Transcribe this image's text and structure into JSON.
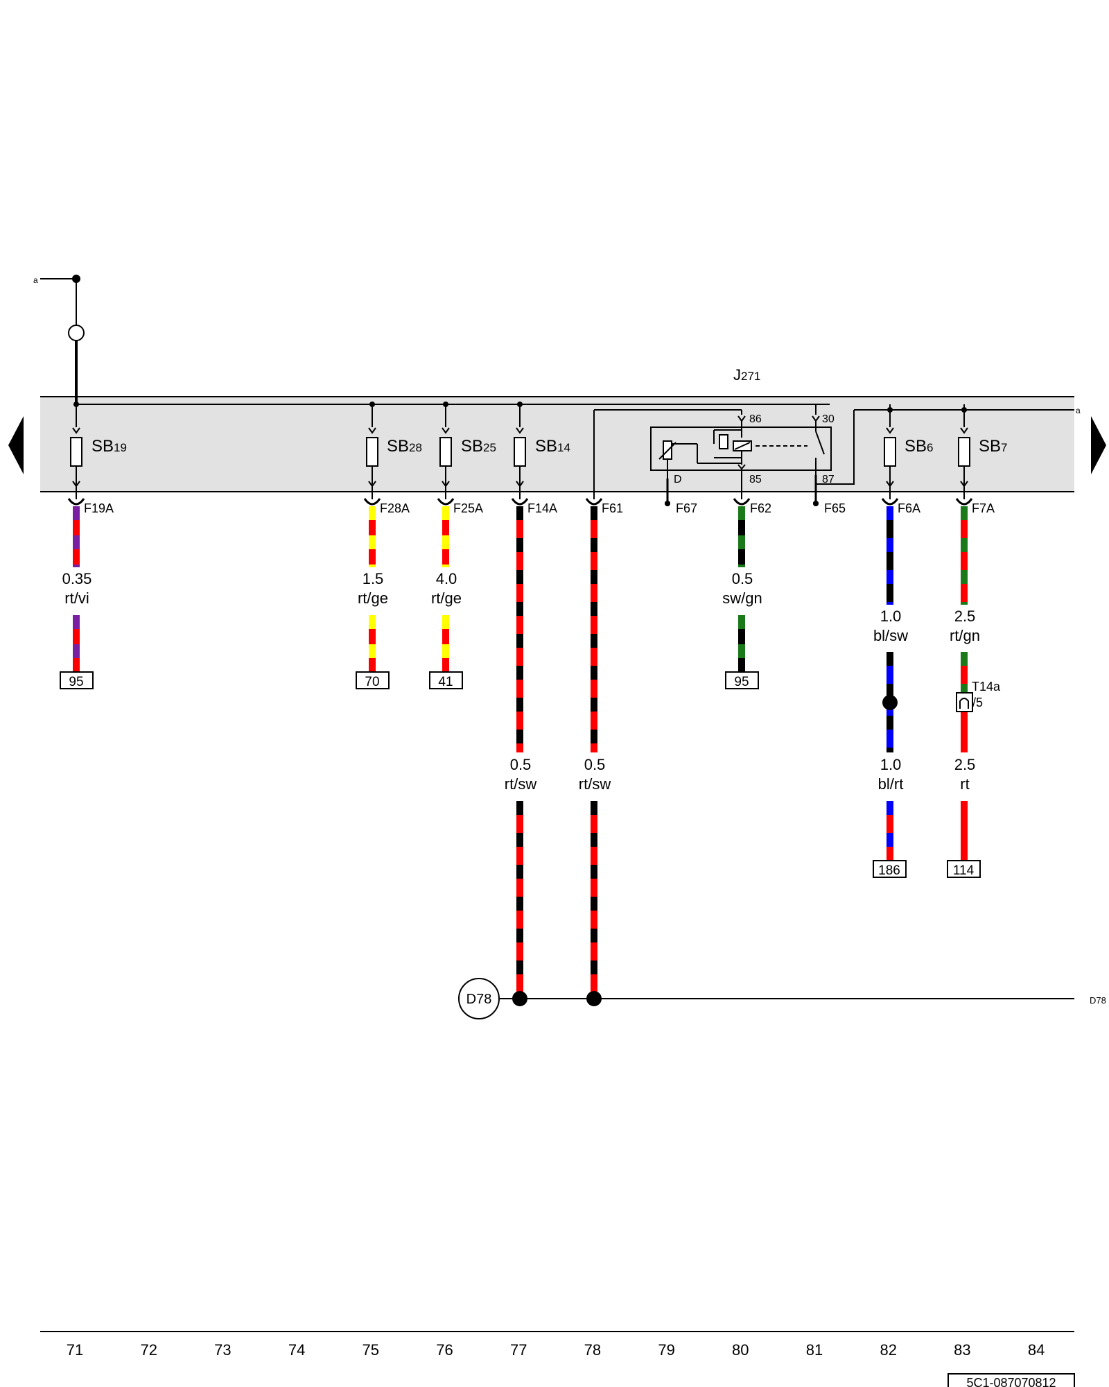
{
  "marker_a": "a",
  "component": {
    "prefix": "J",
    "number": "271"
  },
  "fuses": [
    {
      "id": "sb19",
      "prefix": "SB",
      "number": "19",
      "pin": "F19A"
    },
    {
      "id": "sb28",
      "prefix": "SB",
      "number": "28",
      "pin": "F28A"
    },
    {
      "id": "sb25",
      "prefix": "SB",
      "number": "25",
      "pin": "F25A"
    },
    {
      "id": "sb14",
      "prefix": "SB",
      "number": "14",
      "pin": "F14A"
    },
    {
      "id": "sb6",
      "prefix": "SB",
      "number": "6",
      "pin": "F6A"
    },
    {
      "id": "sb7",
      "prefix": "SB",
      "number": "7",
      "pin": "F7A"
    }
  ],
  "relay": {
    "pin86": "86",
    "pin85": "85",
    "pin30": "30",
    "pin87": "87",
    "pinD": "D"
  },
  "relay_pins": [
    "F61",
    "F67",
    "F62",
    "F65"
  ],
  "wires": [
    {
      "gauge": "0.35",
      "color": "rt/vi",
      "target": "95"
    },
    {
      "gauge": "1.5",
      "color": "rt/ge",
      "target": "70"
    },
    {
      "gauge": "4.0",
      "color": "rt/ge",
      "target": "41"
    },
    {
      "gauge": "0.5",
      "color": "rt/sw"
    },
    {
      "gauge": "0.5",
      "color": "rt/sw"
    },
    {
      "gauge": "0.5",
      "color": "sw/gn",
      "target": "95"
    },
    {
      "gauge": "1.0",
      "color": "bl/sw"
    },
    {
      "gauge": "1.0",
      "color": "bl/rt",
      "target": "186"
    },
    {
      "gauge": "2.5",
      "color": "rt/gn"
    },
    {
      "gauge": "2.5",
      "color": "rt",
      "target": "114"
    }
  ],
  "connector": {
    "name": "T14a",
    "pin": "/5"
  },
  "ground": {
    "label": "D78",
    "right_label": "D78"
  },
  "grid_numbers": [
    "71",
    "72",
    "73",
    "74",
    "75",
    "76",
    "77",
    "78",
    "79",
    "80",
    "81",
    "82",
    "83",
    "84"
  ],
  "doc_id": "5C1-087070812",
  "colors": {
    "rt": "#ff0000",
    "vi": "#7a1fa2",
    "ge": "#ffff00",
    "sw": "#000000",
    "gn": "#1a7a1a",
    "bl": "#0000ff",
    "panel": "#e2e2e2"
  },
  "icons": [
    "arrow-left-icon",
    "arrow-right-icon",
    "fuse-icon",
    "relay-icon",
    "ground-point-icon",
    "connector-icon"
  ]
}
